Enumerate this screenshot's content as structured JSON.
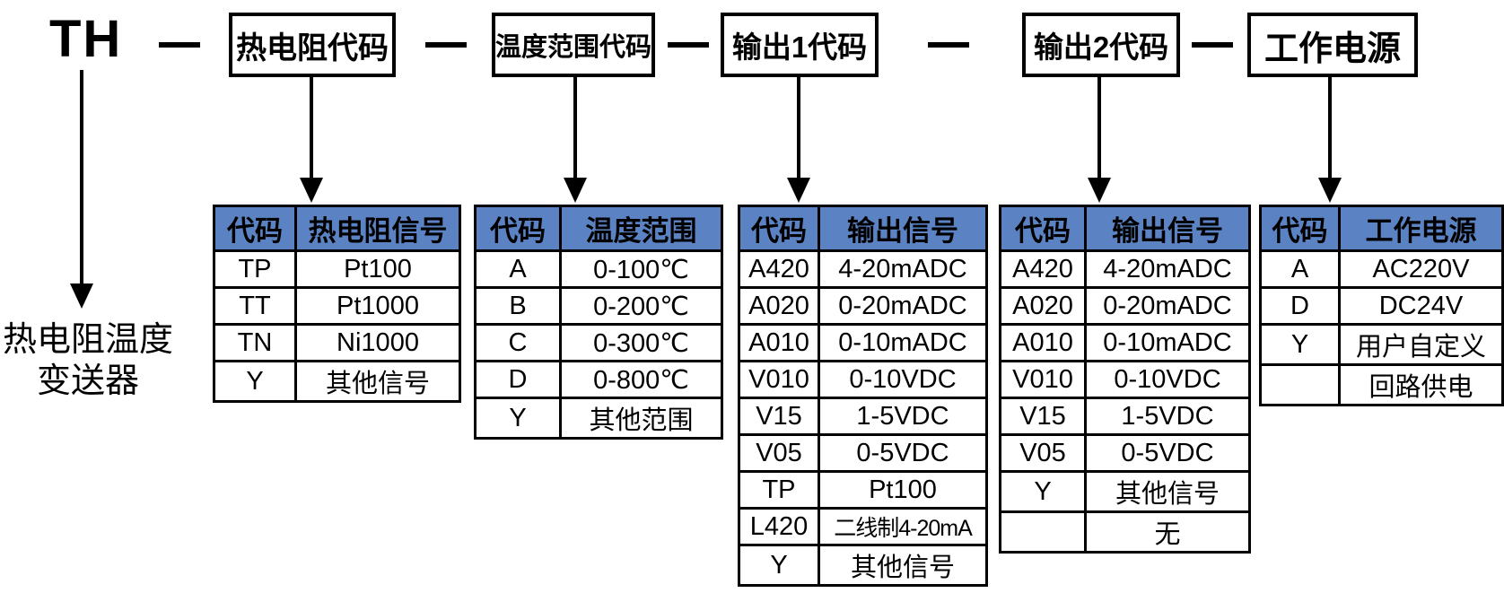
{
  "model_prefix": "TH",
  "product_label": {
    "line1": "热电阻温度",
    "line2": "变送器"
  },
  "top_boxes": [
    {
      "label": "热电阻代码"
    },
    {
      "label": "温度范围代码"
    },
    {
      "label": "输出1代码"
    },
    {
      "label": "输出2代码"
    },
    {
      "label": "工作电源"
    }
  ],
  "tables": [
    {
      "name": "rtd-signal-codes",
      "headers": [
        "代码",
        "热电阻信号"
      ],
      "rows": [
        [
          "TP",
          "Pt100"
        ],
        [
          "TT",
          "Pt1000"
        ],
        [
          "TN",
          "Ni1000"
        ],
        [
          "Y",
          "其他信号"
        ]
      ]
    },
    {
      "name": "temperature-range-codes",
      "headers": [
        "代码",
        "温度范围"
      ],
      "rows": [
        [
          "A",
          "0-100℃"
        ],
        [
          "B",
          "0-200℃"
        ],
        [
          "C",
          "0-300℃"
        ],
        [
          "D",
          "0-800℃"
        ],
        [
          "Y",
          "其他范围"
        ]
      ]
    },
    {
      "name": "output1-signal-codes",
      "headers": [
        "代码",
        "输出信号"
      ],
      "rows": [
        [
          "A420",
          "4-20mADC"
        ],
        [
          "A020",
          "0-20mADC"
        ],
        [
          "A010",
          "0-10mADC"
        ],
        [
          "V010",
          "0-10VDC"
        ],
        [
          "V15",
          "1-5VDC"
        ],
        [
          "V05",
          "0-5VDC"
        ],
        [
          "TP",
          "Pt100"
        ],
        [
          "L420",
          "二线制4-20mA"
        ],
        [
          "Y",
          "其他信号"
        ]
      ]
    },
    {
      "name": "output2-signal-codes",
      "headers": [
        "代码",
        "输出信号"
      ],
      "rows": [
        [
          "A420",
          "4-20mADC"
        ],
        [
          "A020",
          "0-20mADC"
        ],
        [
          "A010",
          "0-10mADC"
        ],
        [
          "V010",
          "0-10VDC"
        ],
        [
          "V15",
          "1-5VDC"
        ],
        [
          "V05",
          "0-5VDC"
        ],
        [
          "Y",
          "其他信号"
        ],
        [
          "",
          "无"
        ]
      ]
    },
    {
      "name": "power-supply-codes",
      "headers": [
        "代码",
        "工作电源"
      ],
      "rows": [
        [
          "A",
          "AC220V"
        ],
        [
          "D",
          "DC24V"
        ],
        [
          "Y",
          "用户自定义"
        ],
        [
          "",
          "回路供电"
        ]
      ]
    }
  ],
  "colors": {
    "table_header_bg": "#5B82C3",
    "line": "#000000",
    "background": "#FFFFFF"
  }
}
